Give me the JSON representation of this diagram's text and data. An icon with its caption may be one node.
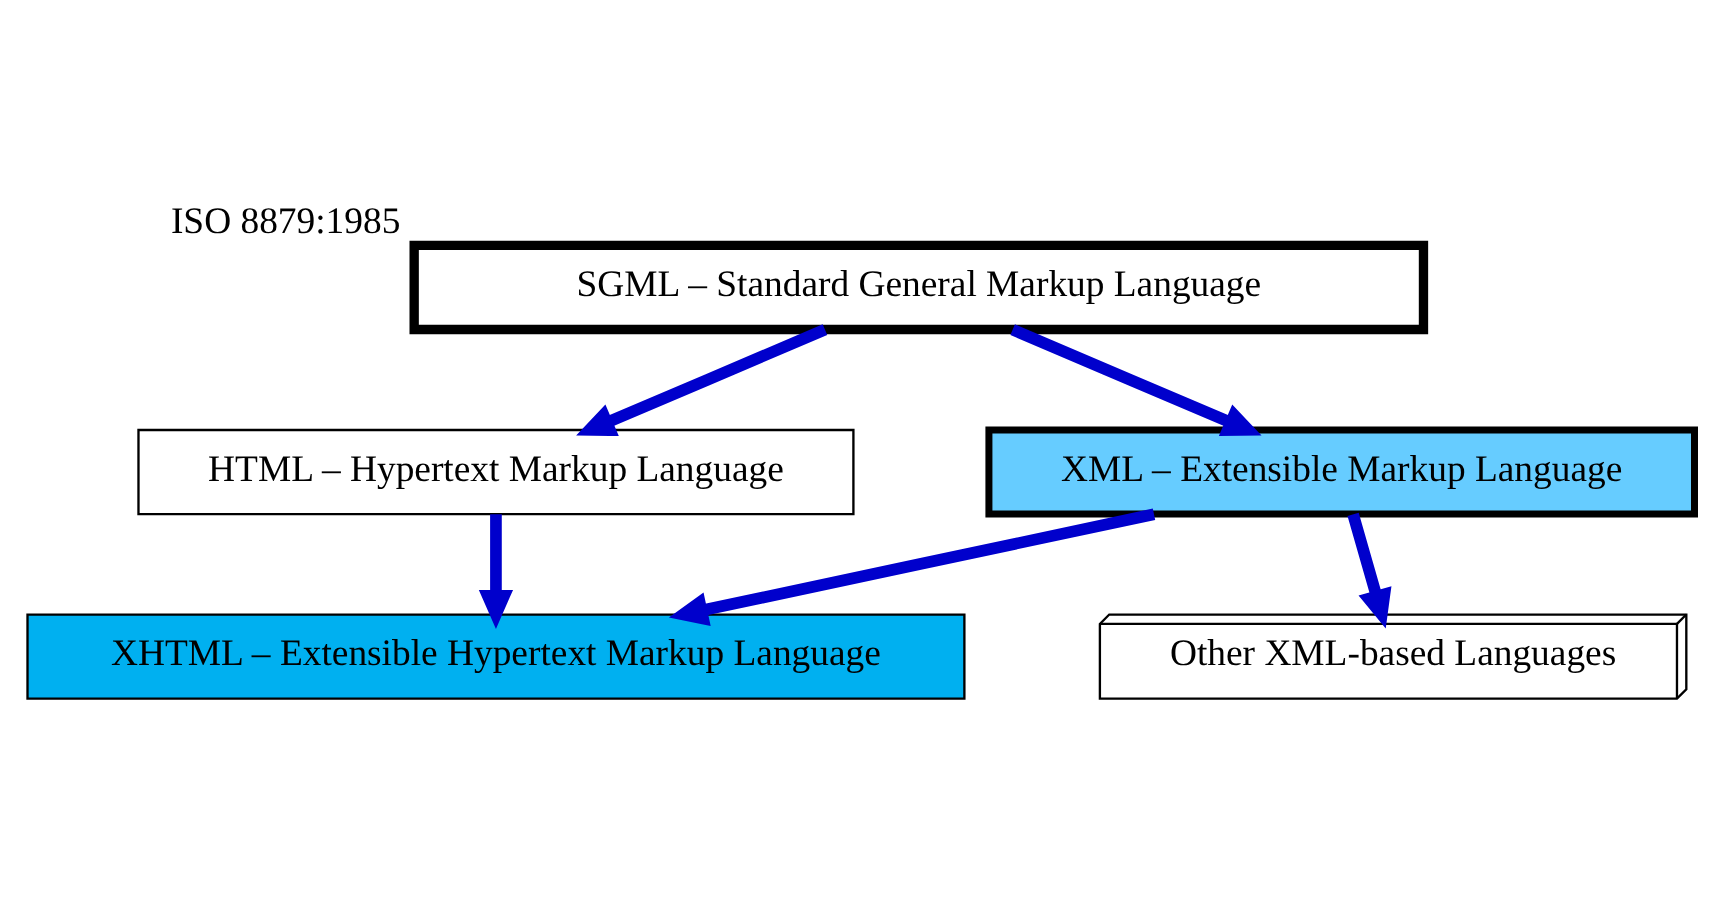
{
  "diagram": {
    "nodes": [
      {
        "text": [
          "SGML – Standard General Markup Language"
        ],
        "beside": [
          "ISO 8879:1985"
        ]
      },
      {
        "text": [
          "HTML – Hypertext Markup Language"
        ]
      },
      {
        "text": [
          "XML – Extensible Markup Language"
        ]
      },
      {
        "text": [
          "XHTML – Extensible Hypertext Markup Language"
        ]
      },
      {
        "text": [
          "Other XML-based Languages"
        ]
      }
    ],
    "edges": [
      {
        "from": 0,
        "to": 1,
        "arrow": "to"
      },
      {
        "from": 0,
        "to": 2,
        "arrow": "to"
      },
      {
        "from": 1,
        "to": 3,
        "arrow": "to"
      },
      {
        "from": 2,
        "to": 3,
        "arrow": "to"
      },
      {
        "from": 2,
        "to": 4,
        "arrow": "to"
      }
    ]
  }
}
